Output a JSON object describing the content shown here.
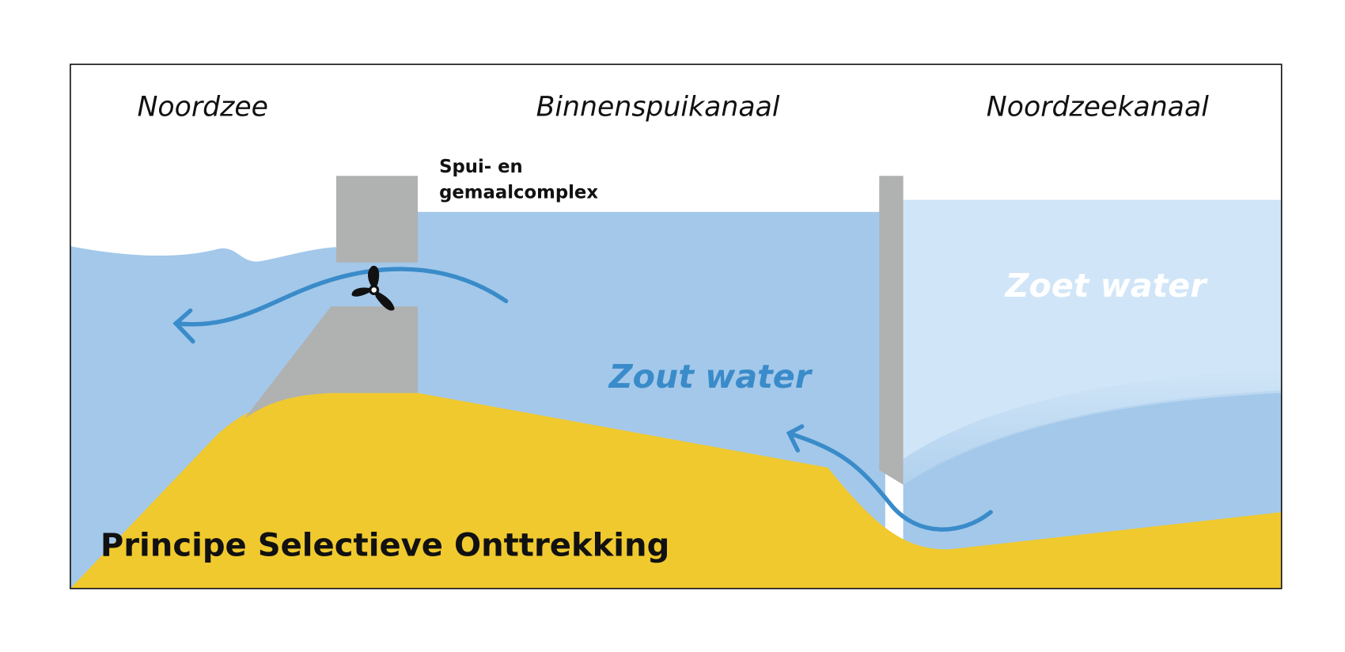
{
  "labels": {
    "noordzee": "Noordzee",
    "binnenspuikanaal": "Binnenspuikanaal",
    "noordzeekanaal": "Noordzeekanaal",
    "complex_line1": "Spui- en",
    "complex_line2": "gemaalcomplex",
    "zout_water": "Zout water",
    "zoet_water": "Zoet water",
    "title": "Principe Selectieve Onttrekking"
  },
  "icons": {
    "propeller": "propeller-icon",
    "flow_arrow": "arrow-icon"
  },
  "colors": {
    "salt_water": "#a3c8ea",
    "fresh_water": "#d0e5f7",
    "sand": "#f0c92e",
    "structure": "#b0b1b1",
    "arrow": "#3a8bc9",
    "zout_text": "#3a8bc9",
    "zoet_text": "#ffffff"
  }
}
